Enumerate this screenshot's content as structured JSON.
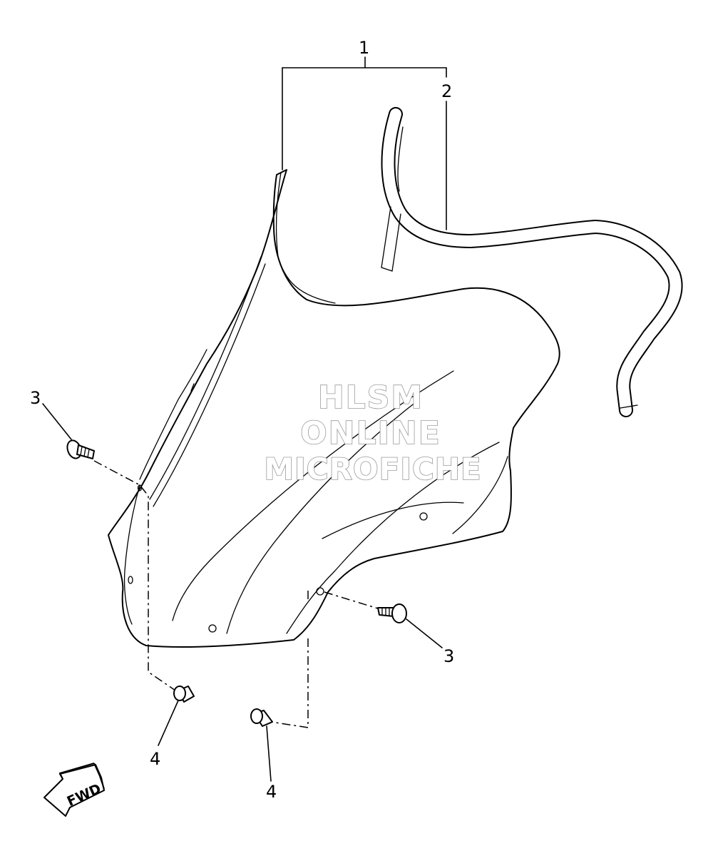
{
  "callouts": {
    "part_1": "1",
    "part_2": "2",
    "part_3_left": "3",
    "part_3_right": "3",
    "part_4_left": "4",
    "part_4_right": "4"
  },
  "watermark": {
    "line1": "HLSM",
    "line2": "ONLINE",
    "line3": "MICROFICHE",
    "stroke_color": "#9a9a9a"
  },
  "direction_marker": {
    "label": "FWD",
    "icon": "forward-arrow-icon"
  },
  "colors": {
    "line": "#000000",
    "background": "#ffffff"
  }
}
